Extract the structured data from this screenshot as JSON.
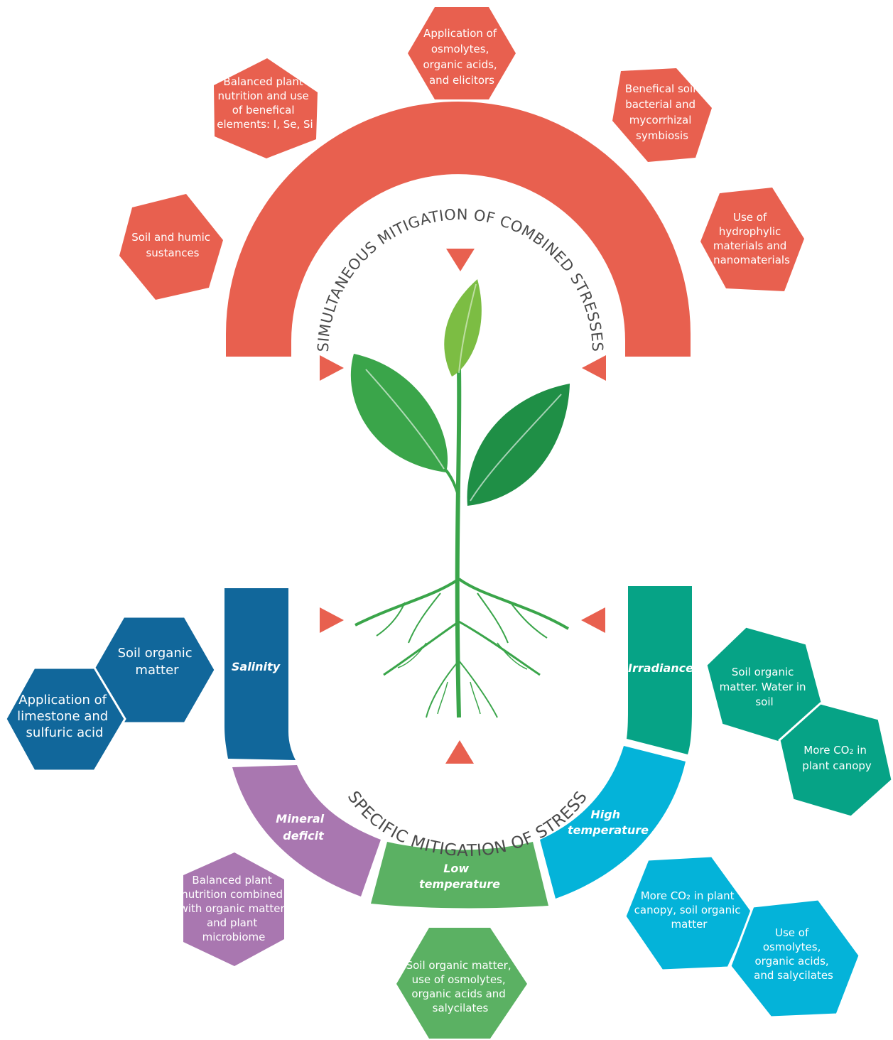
{
  "colors": {
    "red": "#e8604f",
    "dark_blue": "#11679b",
    "teal": "#06a386",
    "cyan": "#04b3d9",
    "green": "#5bb163",
    "purple": "#a977b0",
    "title_gray": "#4a4a4a"
  },
  "top_section": {
    "title": "SIMULTANEOUS MITIGATION OF COMBINED STRESSES",
    "strategies": [
      {
        "lines": [
          "Application of",
          "osmolytes,",
          "organic acids,",
          "and elicitors"
        ]
      },
      {
        "lines": [
          "Balanced plant",
          "nutrition and use",
          "of benefical",
          "elements: I, Se, Si"
        ]
      },
      {
        "lines": [
          "Benefical soil",
          "bacterial and",
          "mycorrhizal",
          "symbiosis"
        ]
      },
      {
        "lines": [
          "Soil and humic",
          "sustances"
        ]
      },
      {
        "lines": [
          "Use of",
          "hydrophylic",
          "materials and",
          "nanomaterials"
        ]
      }
    ]
  },
  "bottom_section": {
    "title": "SPECIFIC MITIGATION OF STRESS",
    "stresses": [
      {
        "lines": [
          "Salinity"
        ]
      },
      {
        "lines": [
          "Mineral",
          "deficit"
        ]
      },
      {
        "lines": [
          "Low",
          "temperature"
        ]
      },
      {
        "lines": [
          "High",
          "temperature"
        ]
      },
      {
        "lines": [
          "Irradiance"
        ]
      }
    ],
    "mitigations": {
      "salinity_1": {
        "lines": [
          "Soil organic",
          "matter"
        ]
      },
      "salinity_2": {
        "lines": [
          "Application of",
          "limestone and",
          "sulfuric acid"
        ]
      },
      "mineral_deficit": {
        "lines": [
          "Balanced plant",
          "nutrition combined",
          "with organic matter",
          "and plant",
          "microbiome"
        ]
      },
      "low_temperature": {
        "lines": [
          "Soil organic matter,",
          "use of osmolytes,",
          "organic acids and",
          "salycilates"
        ]
      },
      "high_temperature_1": {
        "lines": [
          "More CO₂ in plant",
          "canopy, soil organic",
          "matter"
        ]
      },
      "high_temperature_2": {
        "lines": [
          "Use of",
          "osmolytes,",
          "organic acids,",
          "and salycilates"
        ]
      },
      "irradiance_1": {
        "lines": [
          "Soil organic",
          "matter. Water in",
          "soil"
        ]
      },
      "irradiance_2": {
        "lines": [
          "More CO₂ in",
          "plant canopy"
        ]
      }
    }
  }
}
